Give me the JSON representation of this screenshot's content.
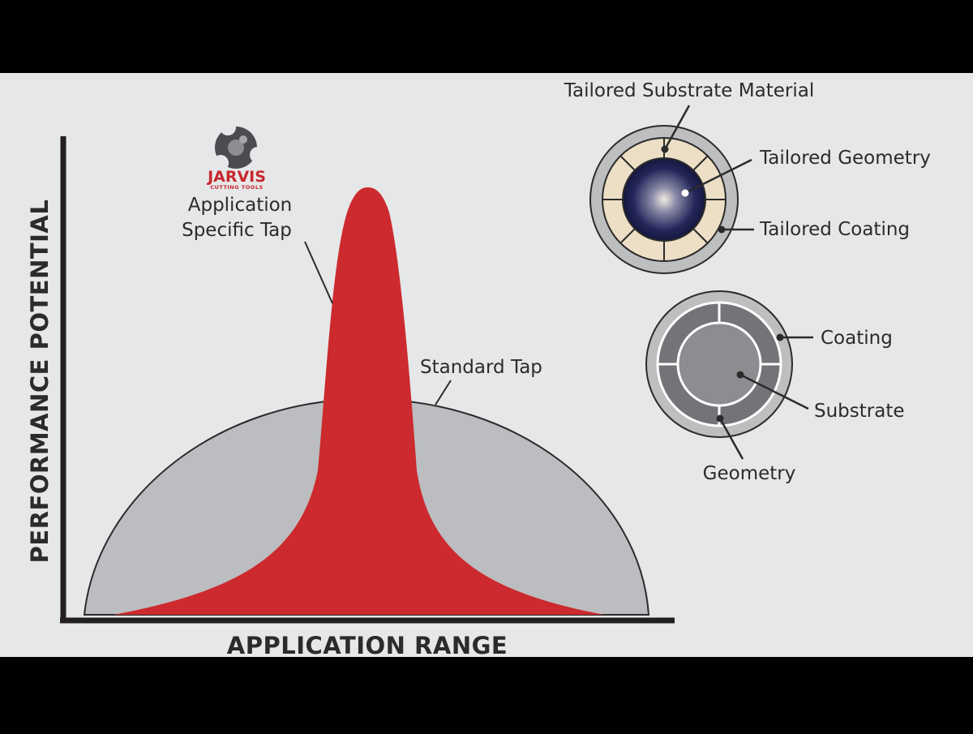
{
  "colors": {
    "background": "#e6e7e8",
    "frame": "#000000",
    "standard_curve": "#bcbdc0",
    "specific_curve": "#cc2a2e",
    "brand_red": "#c8262d"
  },
  "logo": {
    "name": "JARVIS",
    "tagline": "CUTTING TOOLS",
    "icon": "tap-cross-section-logo-icon"
  },
  "axes": {
    "y_label": "PERFORMANCE POTENTIAL",
    "x_label": "APPLICATION RANGE"
  },
  "curves": {
    "specific": {
      "label_line1": "Application",
      "label_line2": "Specific Tap"
    },
    "standard": {
      "label": "Standard Tap"
    }
  },
  "tailored_diagram": {
    "substrate": "Tailored Substrate Material",
    "geometry": "Tailored Geometry",
    "coating": "Tailored Coating"
  },
  "standard_diagram": {
    "coating": "Coating",
    "substrate": "Substrate",
    "geometry": "Geometry"
  }
}
